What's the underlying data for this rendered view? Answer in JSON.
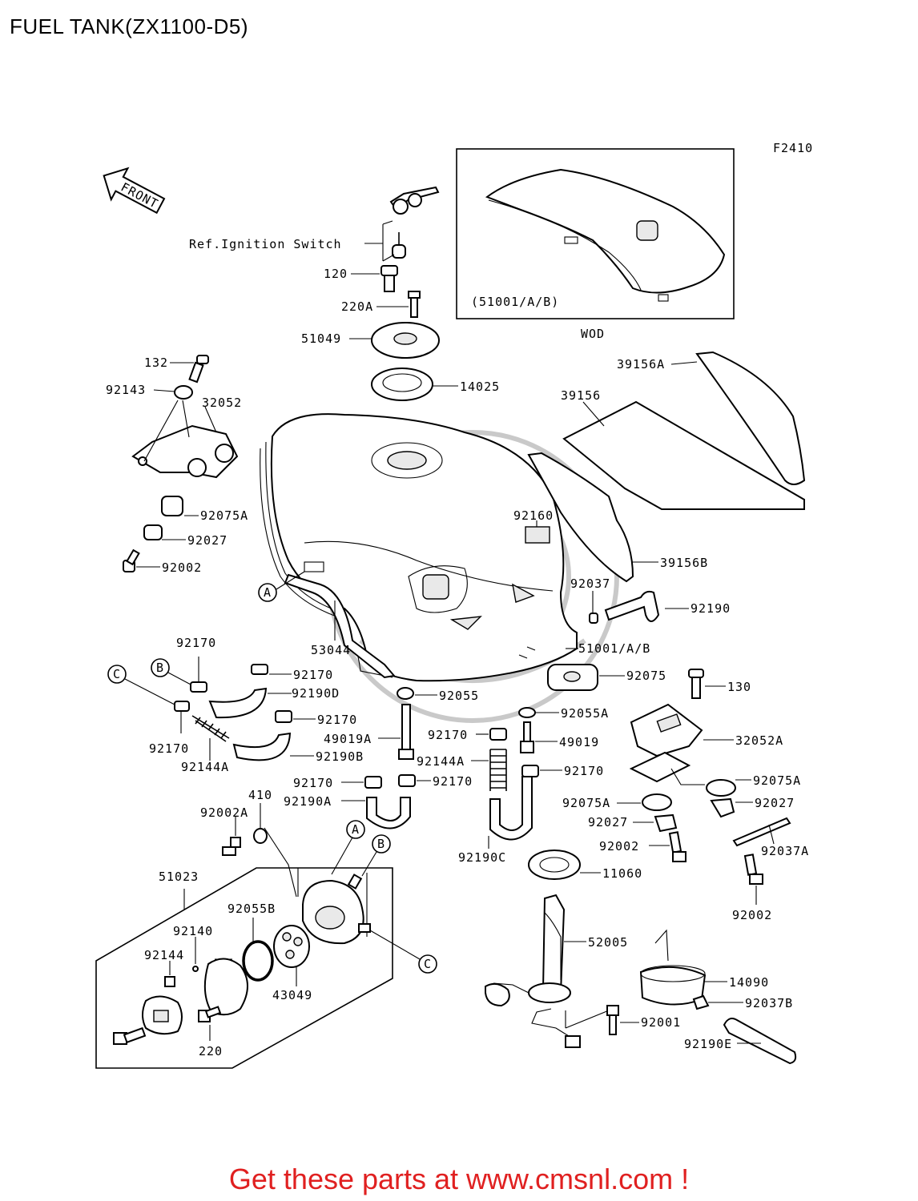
{
  "title": "FUEL TANK(ZX1100-D5)",
  "figure_code": "F2410",
  "front_label": "FRONT",
  "ignition_ref": "Ref.Ignition Switch",
  "inset_label": "(51001/A/B)",
  "inset_caption": "WOD",
  "callouts": {
    "A": "A",
    "B": "B",
    "C": "C"
  },
  "parts": {
    "p120": "120",
    "p220A": "220A",
    "p51049": "51049",
    "p14025": "14025",
    "p132": "132",
    "p92143": "92143",
    "p32052": "32052",
    "p92075A_l": "92075A",
    "p92027_l": "92027",
    "p92002_l": "92002",
    "p39156A": "39156A",
    "p39156": "39156",
    "p92160": "92160",
    "p39156B": "39156B",
    "p92037": "92037",
    "p92190": "92190",
    "p53044": "53044",
    "p51001AB": "51001/A/B",
    "p92170_a": "92170",
    "p92170_b": "92170",
    "p92190D": "92190D",
    "p92170_c": "92170",
    "p92170_d": "92170",
    "p92190B": "92190B",
    "p92144A_l": "92144A",
    "p92055": "92055",
    "p92075": "92075",
    "p130": "130",
    "p92055A": "92055A",
    "p49019A": "49019A",
    "p92170_e": "92170",
    "p49019": "49019",
    "p32052A": "32052A",
    "p92144A_r": "92144A",
    "p92170_f": "92170",
    "p92170_g": "92170",
    "p92170_h": "92170",
    "p92190A": "92190A",
    "p410": "410",
    "p92075A_r": "92075A",
    "p92075A_m": "92075A",
    "p92027_r": "92027",
    "p92002A": "92002A",
    "p92027_m": "92027",
    "p92037A": "92037A",
    "p92002_m": "92002",
    "p92190C": "92190C",
    "p51023": "51023",
    "p11060": "11060",
    "p92002_r": "92002",
    "p92055B": "92055B",
    "p92140": "92140",
    "p52005": "52005",
    "p92144": "92144",
    "p14090": "14090",
    "p43049": "43049",
    "p92037B": "92037B",
    "p92001": "92001",
    "p220": "220",
    "p92190E": "92190E"
  },
  "footer": "Get these parts at www.cmsnl.com !"
}
